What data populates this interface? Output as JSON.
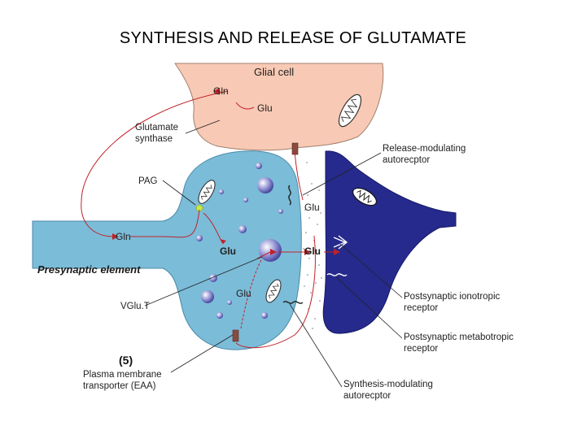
{
  "title": "SYNTHESIS AND RELEASE OF GLUTAMATE",
  "colors": {
    "glial": "#f8c9b4",
    "presynaptic": "#7bbcd8",
    "postsynaptic": "#262a8c",
    "arrow": "#c0222a",
    "cleft_dots": "#6a7a8a"
  },
  "labels": {
    "glial_cell": "Glial cell",
    "gln_glial": "Gln",
    "glu_glial": "Glu",
    "glutamate_synthase": "Glutamate\nsynthase",
    "pag": "PAG",
    "gln_pre": "Gln",
    "glu_center": "Glu",
    "glu_right": "Glu",
    "glu_cleft": "Glu",
    "glu_lower": "Glu",
    "presynaptic_element": "Presynaptic element",
    "vglut": "VGlu.T",
    "panel_number": "(5)",
    "plasma_membrane": "Plasma membrane\ntransporter (EAA)",
    "release_modulating": "Release-modulating\nautorecptor",
    "post_ionotropic": "Postsynaptic ionotropic\nreceptor",
    "post_metabotropic": "Postsynaptic metabotropic\nreceptor",
    "synthesis_modulating": "Synthesis-modulating\nautorecptor"
  }
}
